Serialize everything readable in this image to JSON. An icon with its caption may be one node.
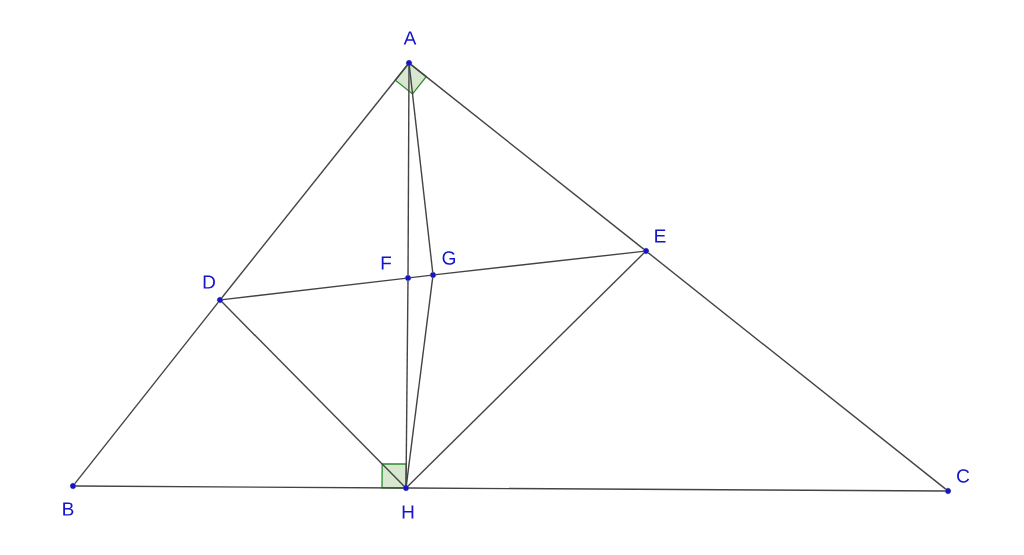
{
  "diagram": {
    "nodes": [
      {
        "text": [
          "A"
        ]
      },
      {
        "text": [
          "B"
        ]
      },
      {
        "text": [
          "C"
        ]
      },
      {
        "text": [
          "D"
        ]
      },
      {
        "text": [
          "E"
        ]
      },
      {
        "text": [
          "F"
        ]
      },
      {
        "text": [
          "G"
        ]
      },
      {
        "text": [
          "H"
        ]
      }
    ],
    "edges": [
      {
        "from": 0,
        "to": 3,
        "arrow": "none"
      },
      {
        "from": 3,
        "to": 1,
        "arrow": "none"
      },
      {
        "from": 0,
        "to": 4,
        "arrow": "none"
      },
      {
        "from": 4,
        "to": 2,
        "arrow": "none"
      },
      {
        "from": 1,
        "to": 7,
        "arrow": "none"
      },
      {
        "from": 7,
        "to": 2,
        "arrow": "none"
      },
      {
        "from": 3,
        "to": 5,
        "arrow": "none"
      },
      {
        "from": 5,
        "to": 6,
        "arrow": "none"
      },
      {
        "from": 6,
        "to": 4,
        "arrow": "none"
      },
      {
        "from": 0,
        "to": 5,
        "arrow": "none"
      },
      {
        "from": 5,
        "to": 7,
        "arrow": "none"
      },
      {
        "from": 0,
        "to": 6,
        "arrow": "none"
      },
      {
        "from": 6,
        "to": 7,
        "arrow": "none"
      },
      {
        "from": 3,
        "to": 7,
        "arrow": "none"
      },
      {
        "from": 4,
        "to": 7,
        "arrow": "none"
      }
    ]
  }
}
